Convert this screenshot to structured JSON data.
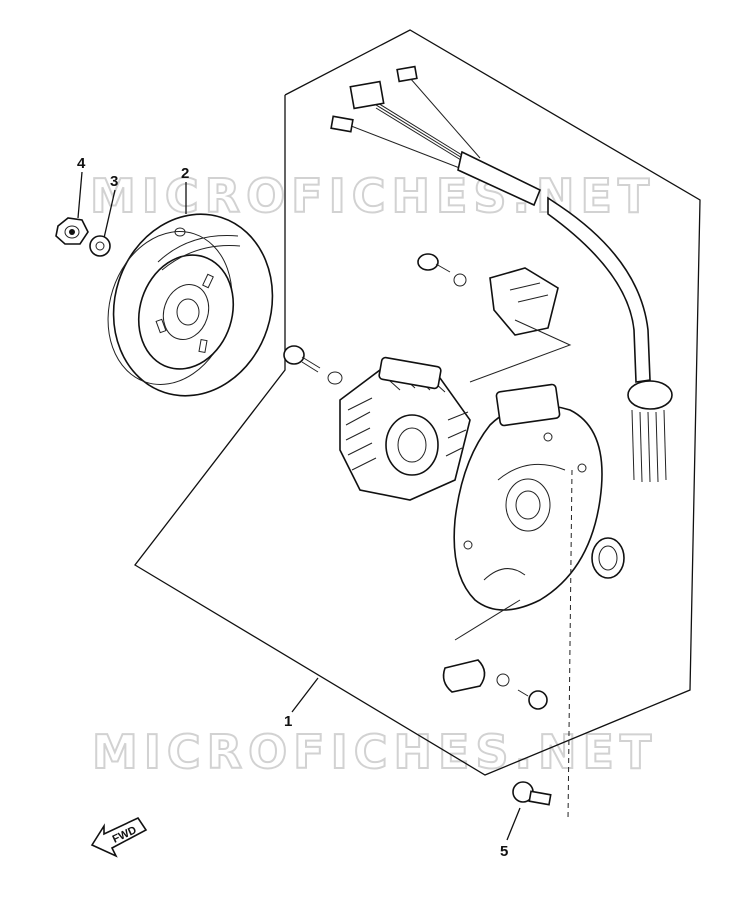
{
  "diagram": {
    "watermark_text": "MICROFICHES.NET",
    "forward_label": "FWD",
    "callouts": [
      {
        "id": "1",
        "label": "1"
      },
      {
        "id": "2",
        "label": "2"
      },
      {
        "id": "3",
        "label": "3"
      },
      {
        "id": "4",
        "label": "4"
      },
      {
        "id": "5",
        "label": "5"
      }
    ]
  }
}
